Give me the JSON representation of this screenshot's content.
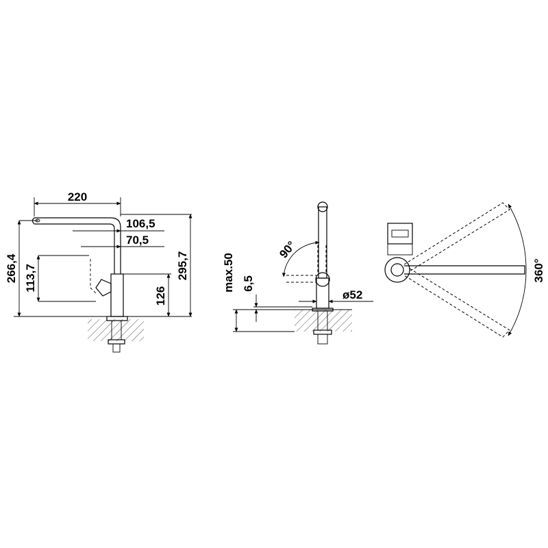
{
  "front_view": {
    "dim_width_220": "220",
    "dim_106_5": "106,5",
    "dim_70_5": "70,5",
    "dim_height_266_4": "266,4",
    "dim_height_113_7": "113,7",
    "dim_height_126": "126",
    "dim_height_295_7": "295,7"
  },
  "side_view": {
    "dim_max_50": "max.50",
    "dim_6_5": "6,5",
    "dim_angle_90": "90°",
    "dim_diameter_52": "ø52"
  },
  "top_view": {
    "dim_rotation_360": "360°"
  }
}
